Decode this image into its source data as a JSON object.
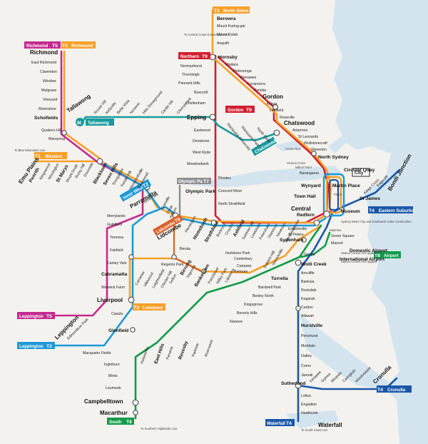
{
  "lines": [
    {
      "code": "T1",
      "name": "North Shore",
      "color": "#f6a02a"
    },
    {
      "code": "T1",
      "name": "Western",
      "color": "#f6a02a"
    },
    {
      "code": "T2",
      "name": "Inner West",
      "color": "#1d98d6"
    },
    {
      "code": "T2",
      "name": "Leppington",
      "color": "#1d98d6"
    },
    {
      "code": "T3",
      "name": "Liverpool",
      "color": "#f6a02a"
    },
    {
      "code": "T4",
      "name": "Eastern Suburbs",
      "color": "#1a57a8"
    },
    {
      "code": "T4",
      "name": "Cronulla",
      "color": "#1a57a8"
    },
    {
      "code": "T4",
      "name": "Waterfall",
      "color": "#1a57a8"
    },
    {
      "code": "T4",
      "name": "Bondi Junction",
      "color": "#1a57a8"
    },
    {
      "code": "T5",
      "name": "Richmond",
      "color": "#c42b8e"
    },
    {
      "code": "T5",
      "name": "Leppington",
      "color": "#c42b8e"
    },
    {
      "code": "T6",
      "name": "Lidcombe",
      "color": "#d9622b"
    },
    {
      "code": "T7",
      "name": "Olympic Park",
      "color": "#8c8f91"
    },
    {
      "code": "T8",
      "name": "Airport",
      "color": "#0f9b4a"
    },
    {
      "code": "T8",
      "name": "South",
      "color": "#0f9b4a"
    },
    {
      "code": "T9",
      "name": "Northern",
      "color": "#d11f2f"
    },
    {
      "code": "T9",
      "name": "Gordon",
      "color": "#d11f2f"
    },
    {
      "code": "M",
      "name": "Tallawong",
      "color": "#179a9d"
    },
    {
      "code": "M",
      "name": "Chatswood",
      "color": "#179a9d"
    }
  ],
  "badges": {
    "north_shore": "North Shore",
    "richmond_a": "Richmond",
    "richmond_b": "Richmond",
    "western": "Western",
    "northern": "Northern",
    "gordon": "Gordon",
    "tallawong": "Tallawong",
    "chatswood": "Chatswood",
    "olympic": "Olympic Park",
    "inner_west": "Inner West",
    "lidcombe": "Lidcombe",
    "liverpool": "Liverpool",
    "leppington_a": "Leppington",
    "leppington_b": "Leppington",
    "airport": "Airport",
    "eastern": "Eastern Suburbs",
    "cronulla": "Cronulla",
    "waterfall": "Waterfall",
    "south": "South",
    "T1": "T1",
    "T2": "T2",
    "T3": "T3",
    "T4": "T4",
    "T5": "T5",
    "T6": "T6",
    "T7": "T7",
    "T8": "T8",
    "T9": "T9",
    "M": "M"
  },
  "notes": {
    "cc_newcastle": "To Central Coast & Newcastle Line",
    "blue_mountains": "To Blue Mountains Line",
    "southern_highlands": "To Southern Highlands Line",
    "south_coast": "To South Coast Line",
    "metro_construction": "Sydney Metro City and Southwest under construction",
    "domestic_fee": "Station Access Fee applies",
    "international_fee": "Station Access Fee applies",
    "city": "City"
  },
  "stations": {
    "berowra": "Berowra",
    "mt_kuring": "Mount Kuring-gai",
    "mt_colah": "Mount Colah",
    "asquith": "Asquith",
    "hornsby": "Hornsby",
    "waitara": "Waitara",
    "wahroonga": "Wahroonga",
    "warrawee": "Warrawee",
    "turramurra": "Turramurra",
    "pymble": "Pymble",
    "gordon": "Gordon",
    "killara": "Killara",
    "lindfield": "Lindfield",
    "roseville": "Roseville",
    "chatswood": "Chatswood",
    "artarmon": "Artarmon",
    "st_leonards": "St Leonards",
    "wollstonecraft": "Wollstonecraft",
    "waverton": "Waverton",
    "north_sydney": "North Sydney",
    "normanhurst": "Normanhurst",
    "thornleigh": "Thornleigh",
    "pennant_hills": "Pennant Hills",
    "beecroft": "Beecroft",
    "cheltenham": "Cheltenham",
    "epping": "Epping",
    "eastwood": "Eastwood",
    "denistone": "Denistone",
    "west_ryde": "West Ryde",
    "meadowbank": "Meadowbank",
    "rhodes": "Rhodes",
    "concord_west": "Concord West",
    "north_strathfield": "North Strathfield",
    "macquarie_uni": "Macquarie University",
    "macquarie_park": "Macquarie Park",
    "north_ryde": "North Ryde",
    "tallawong": "Tallawong",
    "rouse_hill": "Rouse Hill",
    "kellyville": "Kellyville",
    "bella_vista": "Bella Vista",
    "norwest": "Norwest",
    "hills_showground": "Hills Showground",
    "castle_hill": "Castle Hill",
    "cherrybrook": "Cherrybrook",
    "richmond": "Richmond",
    "east_richmond": "East Richmond",
    "clarendon": "Clarendon",
    "windsor": "Windsor",
    "mulgrave": "Mulgrave",
    "vineyard": "Vineyard",
    "riverstone": "Riverstone",
    "schofields": "Schofields",
    "quakers_hill": "Quakers Hill",
    "marayong": "Marayong",
    "emu_plains": "Emu Plains",
    "penrith": "Penrith",
    "kingswood": "Kingswood",
    "werrington": "Werrington",
    "st_marys": "St Marys",
    "mount_druitt": "Mount Druitt",
    "rooty_hill": "Rooty Hill",
    "doonside": "Doonside",
    "blacktown": "Blacktown",
    "seven_hills": "Seven Hills",
    "toongabbie": "Toongabbie",
    "pendle_hill": "Pendle Hill",
    "wentworthville": "Wentworthville",
    "westmead": "Westmead",
    "parramatta": "Parramatta",
    "harris_park": "Harris Park",
    "granville": "Granville",
    "clyde": "Clyde",
    "auburn": "Auburn",
    "lidcombe": "Lidcombe",
    "olympic_park": "Olympic Park",
    "merrylands": "Merrylands",
    "guildford": "Guildford",
    "yennora": "Yennora",
    "fairfield": "Fairfield",
    "canley_vale": "Canley Vale",
    "cabramatta": "Cabramatta",
    "warwick_farm": "Warwick Farm",
    "liverpool": "Liverpool",
    "casula": "Casula",
    "glenfield": "Glenfield",
    "leppington": "Leppington",
    "edmondson_park": "Edmondson Park",
    "macquarie_fields": "Macquarie Fields",
    "ingleburn": "Ingleburn",
    "minto": "Minto",
    "leumeah": "Leumeah",
    "campbelltown": "Campbelltown",
    "macarthur": "Macarthur",
    "flemington": "Flemington",
    "homebush": "Homebush",
    "strathfield": "Strathfield",
    "burwood": "Burwood",
    "croydon": "Croydon",
    "ashfield": "Ashfield",
    "summer_hill": "Summer Hill",
    "lewisham": "Lewisham",
    "petersham": "Petersham",
    "stanmore": "Stanmore",
    "newtown": "Newtown",
    "macdonaldtown": "Macdonaldtown",
    "berala": "Berala",
    "regents_park": "Regents Park",
    "carramar": "Carramar",
    "villawood": "Villawood",
    "leightonfield": "Leightonfield",
    "chester_hill": "Chester Hill",
    "sefton": "Sefton",
    "birrong": "Birrong",
    "yagoona": "Yagoona",
    "bankstown": "Bankstown",
    "punchbowl": "Punchbowl",
    "wiley_park": "Wiley Park",
    "lakemba": "Lakemba",
    "belmore": "Belmore",
    "campsie": "Campsie",
    "canterbury": "Canterbury",
    "hurlstone_park": "Hurlstone Park",
    "dulwich_hill": "Dulwich Hill",
    "marrickville": "Marrickville",
    "sydenham": "Sydenham",
    "erskineville": "Erskineville",
    "st_peters": "St Peters",
    "redfern": "Redfern",
    "central": "Central",
    "holsworthy": "Holsworthy",
    "east_hills": "East Hills",
    "panania": "Panania",
    "revesby": "Revesby",
    "padstow": "Padstow",
    "riverwood": "Riverwood",
    "narwee": "Narwee",
    "beverly_hills": "Beverly Hills",
    "kingsgrove": "Kingsgrove",
    "bexley_north": "Bexley North",
    "bardwell_park": "Bardwell Park",
    "turrella": "Turrella",
    "tempe": "Tempe",
    "wolli_creek": "Wolli Creek",
    "intl_airport": "International Airport",
    "dom_airport": "Domestic Airport",
    "mascot": "Mascot",
    "green_square": "Green Square",
    "arncliffe": "Arncliffe",
    "banksia": "Banksia",
    "rockdale": "Rockdale",
    "kogarah": "Kogarah",
    "carlton": "Carlton",
    "allawah": "Allawah",
    "hurstville": "Hurstville",
    "penshurst": "Penshurst",
    "mortdale": "Mortdale",
    "oatley": "Oatley",
    "como": "Como",
    "jannali": "Jannali",
    "sutherland": "Sutherland",
    "loftus": "Loftus",
    "engadine": "Engadine",
    "heathcote": "Heathcote",
    "waterfall": "Waterfall",
    "kirrawee": "Kirrawee",
    "gymea": "Gymea",
    "miranda": "Miranda",
    "caringbah": "Caringbah",
    "woolooware": "Woolooware",
    "cronulla": "Cronulla",
    "wynyard": "Wynyard",
    "circular_quay": "Circular Quay",
    "martin_place": "Martin Place",
    "st_james": "St James",
    "town_hall": "Town Hall",
    "museum": "Museum",
    "kings_cross": "Kings Cross",
    "edgecliff": "Edgecliff",
    "bondi_junction": "Bondi Junction",
    "victoria_cross": "Victoria Cross",
    "crows_nest": "Crows Nest",
    "barangaroo": "Barangaroo",
    "pitt_st": "Pitt St",
    "waterloo": "Waterloo",
    "millers_point": "Millers Point"
  }
}
